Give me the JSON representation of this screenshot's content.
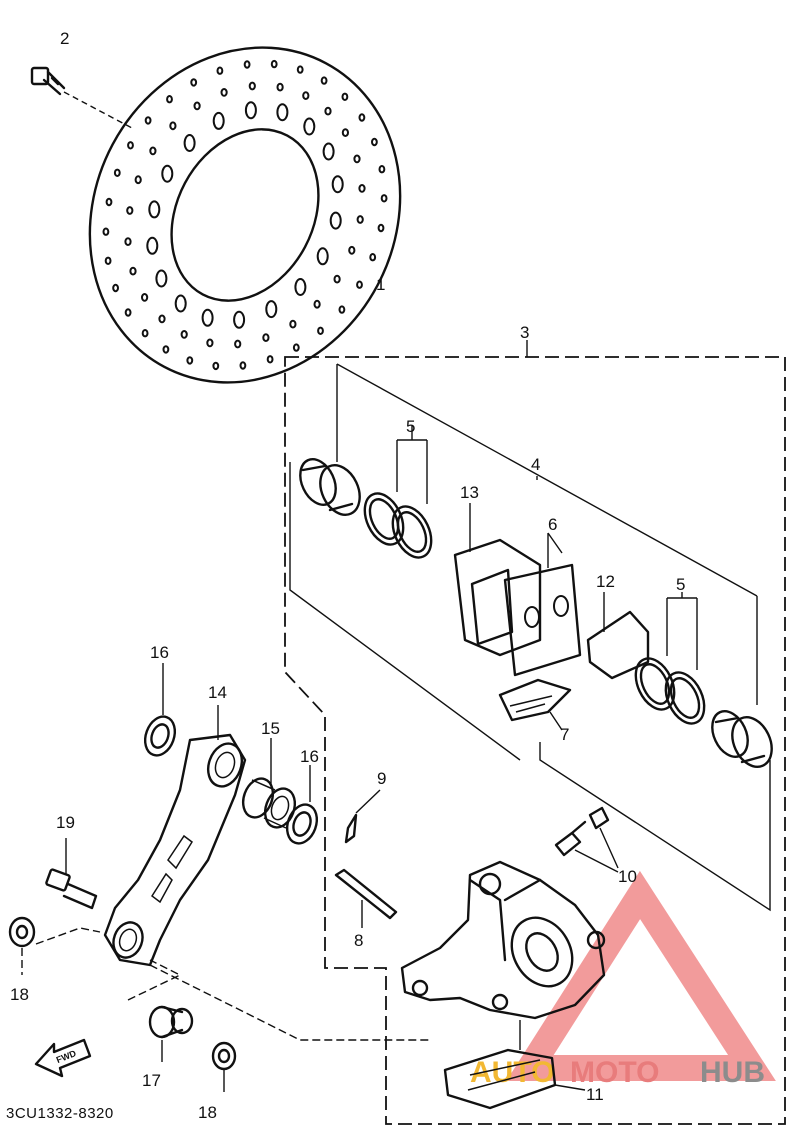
{
  "diagram": {
    "part_labels": {
      "p1": "1",
      "p2": "2",
      "p3": "3",
      "p4": "4",
      "p5a": "5",
      "p5b": "5",
      "p6": "6",
      "p7": "7",
      "p8": "8",
      "p9": "9",
      "p10": "10",
      "p11": "11",
      "p12": "12",
      "p13": "13",
      "p14": "14",
      "p15": "15",
      "p16a": "16",
      "p16b": "16",
      "p17": "17",
      "p18a": "18",
      "p18b": "18",
      "p19": "19"
    },
    "part_code": "3CU1332-8320",
    "fwd_label": "FWD"
  },
  "watermark": {
    "part1": "AUTO",
    "part2": "MOTO",
    "part3": "HUB",
    "colors": {
      "auto": "#f2b833",
      "moto": "#e87c7c",
      "hub": "#8c8c8c",
      "triangle": "#f08a8a"
    }
  }
}
